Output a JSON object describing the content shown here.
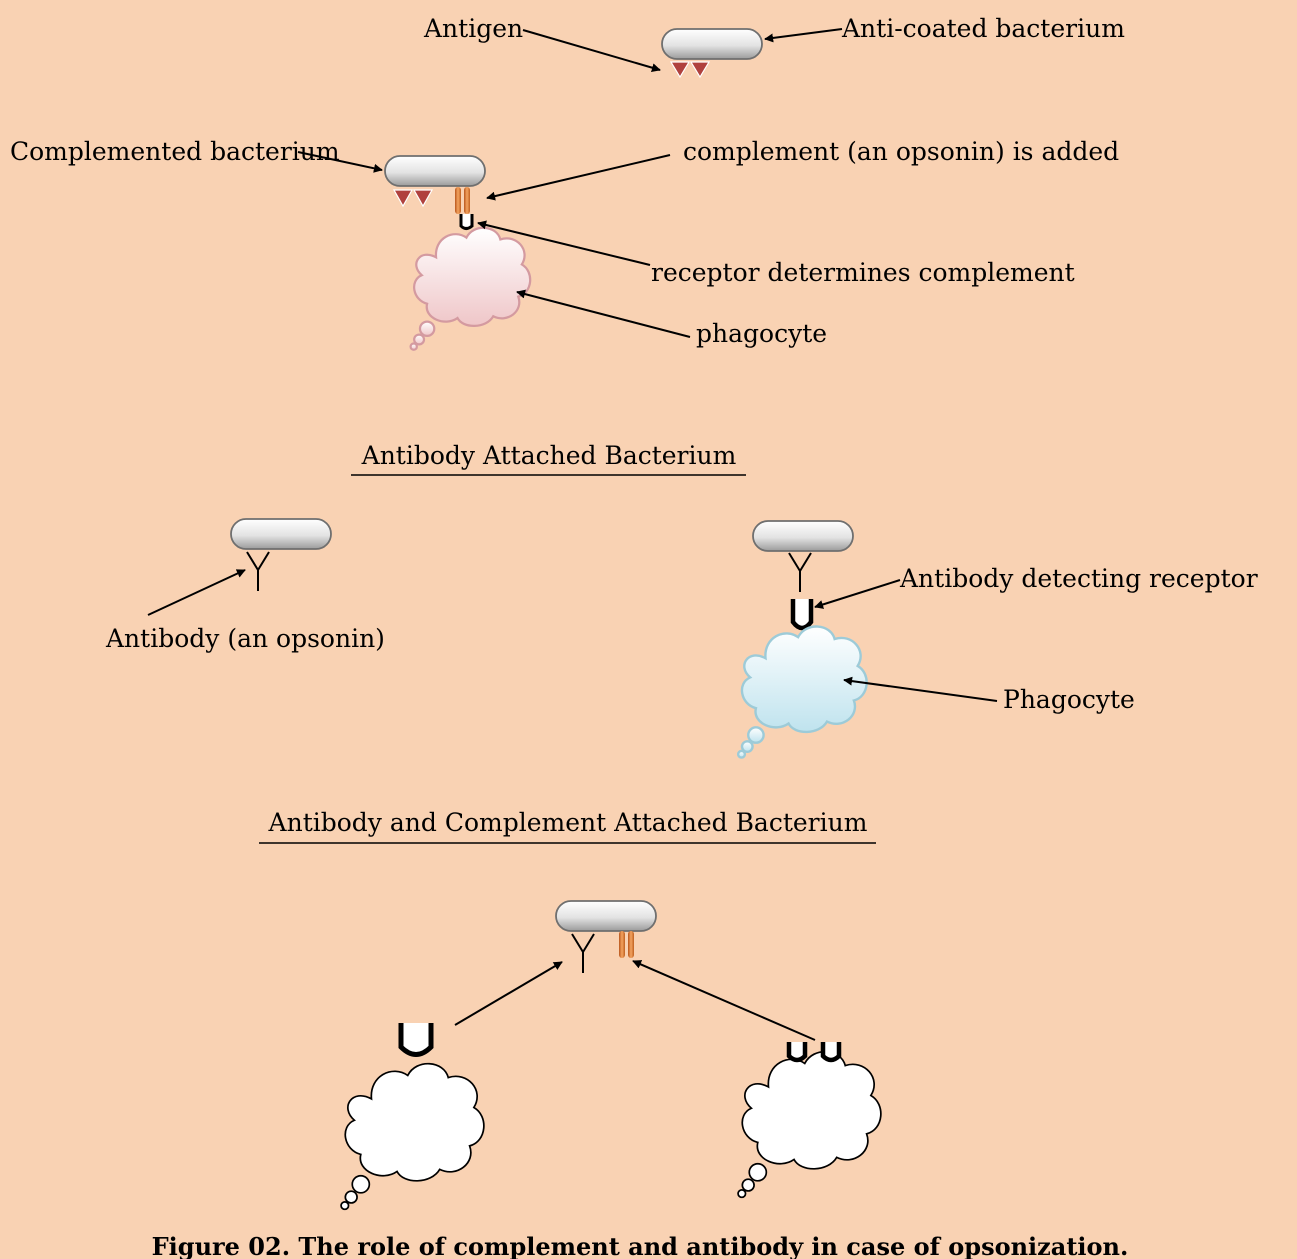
{
  "colors": {
    "background": "#f9d2b3",
    "bacterium_fill": "#e0e0e0",
    "antigen": "#b0413e",
    "complement": "#d4732c",
    "phagocyte_pink": "#f6dcdc",
    "phagocyte_blue": "#d4edf4",
    "phagocyte_white": "#ffffff"
  },
  "labels": {
    "antigen": "Antigen",
    "anti_coated": "Anti-coated bacterium",
    "complemented": "Complemented bacterium",
    "complement_added": "complement (an opsonin) is added",
    "receptor_complement": "receptor determines complement",
    "phagocyte_1": "phagocyte",
    "antibody_opsonin": "Antibody (an opsonin)",
    "antibody_receptor": "Antibody detecting receptor",
    "phagocyte_2": "Phagocyte"
  },
  "headings": {
    "antibody_attached": "Antibody Attached Bacterium",
    "antibody_complement_attached": "Antibody and Complement Attached Bacterium"
  },
  "caption": "Figure 02. The role of complement and antibody in case of opsonization."
}
